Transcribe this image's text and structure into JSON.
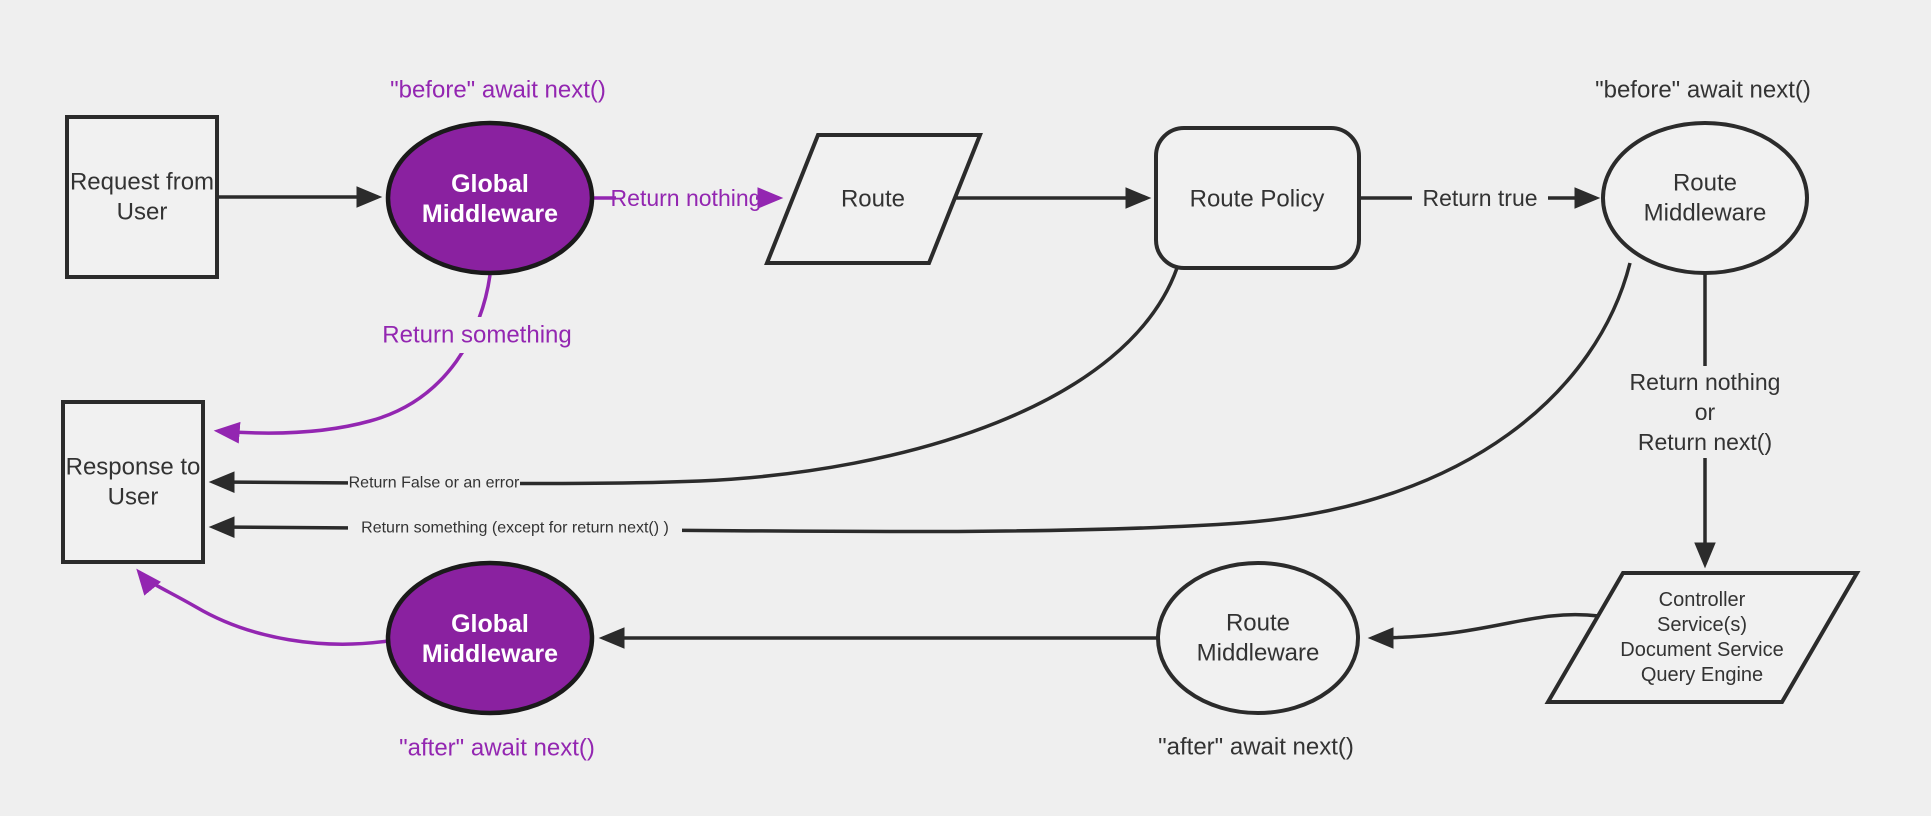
{
  "diagram": {
    "title": "Request / response lifecycle middleware flowchart",
    "colors": {
      "bg": "#efefef",
      "node_fill": "#f1f1f1",
      "stroke": "#2b2b2b",
      "text": "#333333",
      "purple_fill": "#8a21a0",
      "purple_edge": "#9326b1"
    },
    "nodes": {
      "request": {
        "line1": "Request from",
        "line2": "User"
      },
      "global_top": {
        "line1": "Global",
        "line2": "Middleware"
      },
      "route": {
        "label": "Route"
      },
      "route_policy": {
        "label": "Route Policy"
      },
      "route_mw_top": {
        "line1": "Route",
        "line2": "Middleware"
      },
      "response": {
        "line1": "Response to",
        "line2": "User"
      },
      "global_bottom": {
        "line1": "Global",
        "line2": "Middleware"
      },
      "route_mw_bottom": {
        "line1": "Route",
        "line2": "Middleware"
      },
      "controller": {
        "line1": "Controller",
        "line2": "Service(s)",
        "line3": "Document Service",
        "line4": "Query Engine"
      }
    },
    "labels": {
      "before_top": "\"before\" await next()",
      "before_right": "\"before\" await next()",
      "after_bottom_black": "\"after\" await next()",
      "after_bottom_purple": "\"after\" await next()",
      "return_nothing": "Return nothing",
      "return_true": "Return true",
      "return_something": "Return something",
      "return_false": "Return False or an error",
      "return_something_except": "Return something (except for return next() )",
      "return_nothing_or_1": "Return nothing",
      "return_nothing_or_2": "or",
      "return_nothing_or_3": "Return next()"
    }
  }
}
